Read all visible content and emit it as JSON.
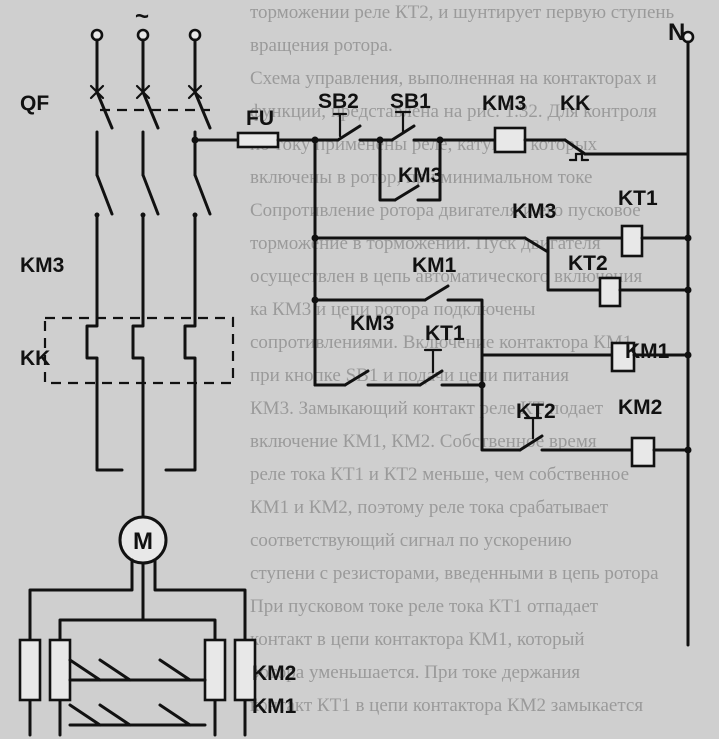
{
  "background_lines": [
    "торможении реле КТ2, и шунтирует первую ступень",
    "вращения ротора.",
    "Схема управления, выполненная на контакторах и",
    "функции, представлена на рис. 1.32. Для контроля",
    "по току применены реле, катушки которых",
    "включены в ротор, при минимальном токе",
    "Сопротивление ротора двигателя и его пусковое",
    "торможение в торможении. Пуск двигателя",
    "осуществлен в цепь автоматического включения",
    "ка КМ3 и цепи ротора подключены",
    "сопротивлениями. Включение контактора КМ1",
    "при кнопке SB1 и подачи цепи питания",
    "КМ3. Замыкающий контакт реле КТ подает",
    "включение КМ1, КМ2. Собственное время",
    "реле тока КТ1 и КТ2 меньше, чем собственное",
    "КМ1 и КМ2, поэтому реле тока срабатывает",
    "соответствующий сигнал по ускорению",
    "ступени с резисторами, введенными в цепь ротора",
    "При пусковом токе реле тока КТ1 отпадает",
    "контакт в цепи контактора КМ1, который",
    "ротора уменьшается. При токе держания",
    "контакт КТ1 в цепи контактора КМ2 замыкается"
  ],
  "labels": {
    "phase_symbol": "~",
    "neutral": "N",
    "qf": "QF",
    "fu": "FU",
    "sb2": "SB2",
    "sb1": "SB1",
    "km3_coil": "KM3",
    "kk_contact": "KK",
    "km3_aux1": "KM3",
    "kt1_coil": "KT1",
    "km3_aux2": "KM3",
    "kt2_coil": "KT2",
    "km1_contact": "KM1",
    "km3_aux3": "KM3",
    "kt1_contact": "KT1",
    "km1_coil": "KM1",
    "kt2_contact": "KT2",
    "km2_coil": "KM2",
    "km3_power": "KM3",
    "kk_relay": "KK",
    "motor": "M",
    "km2_rotor": "KM2",
    "km1_rotor": "KM1"
  }
}
